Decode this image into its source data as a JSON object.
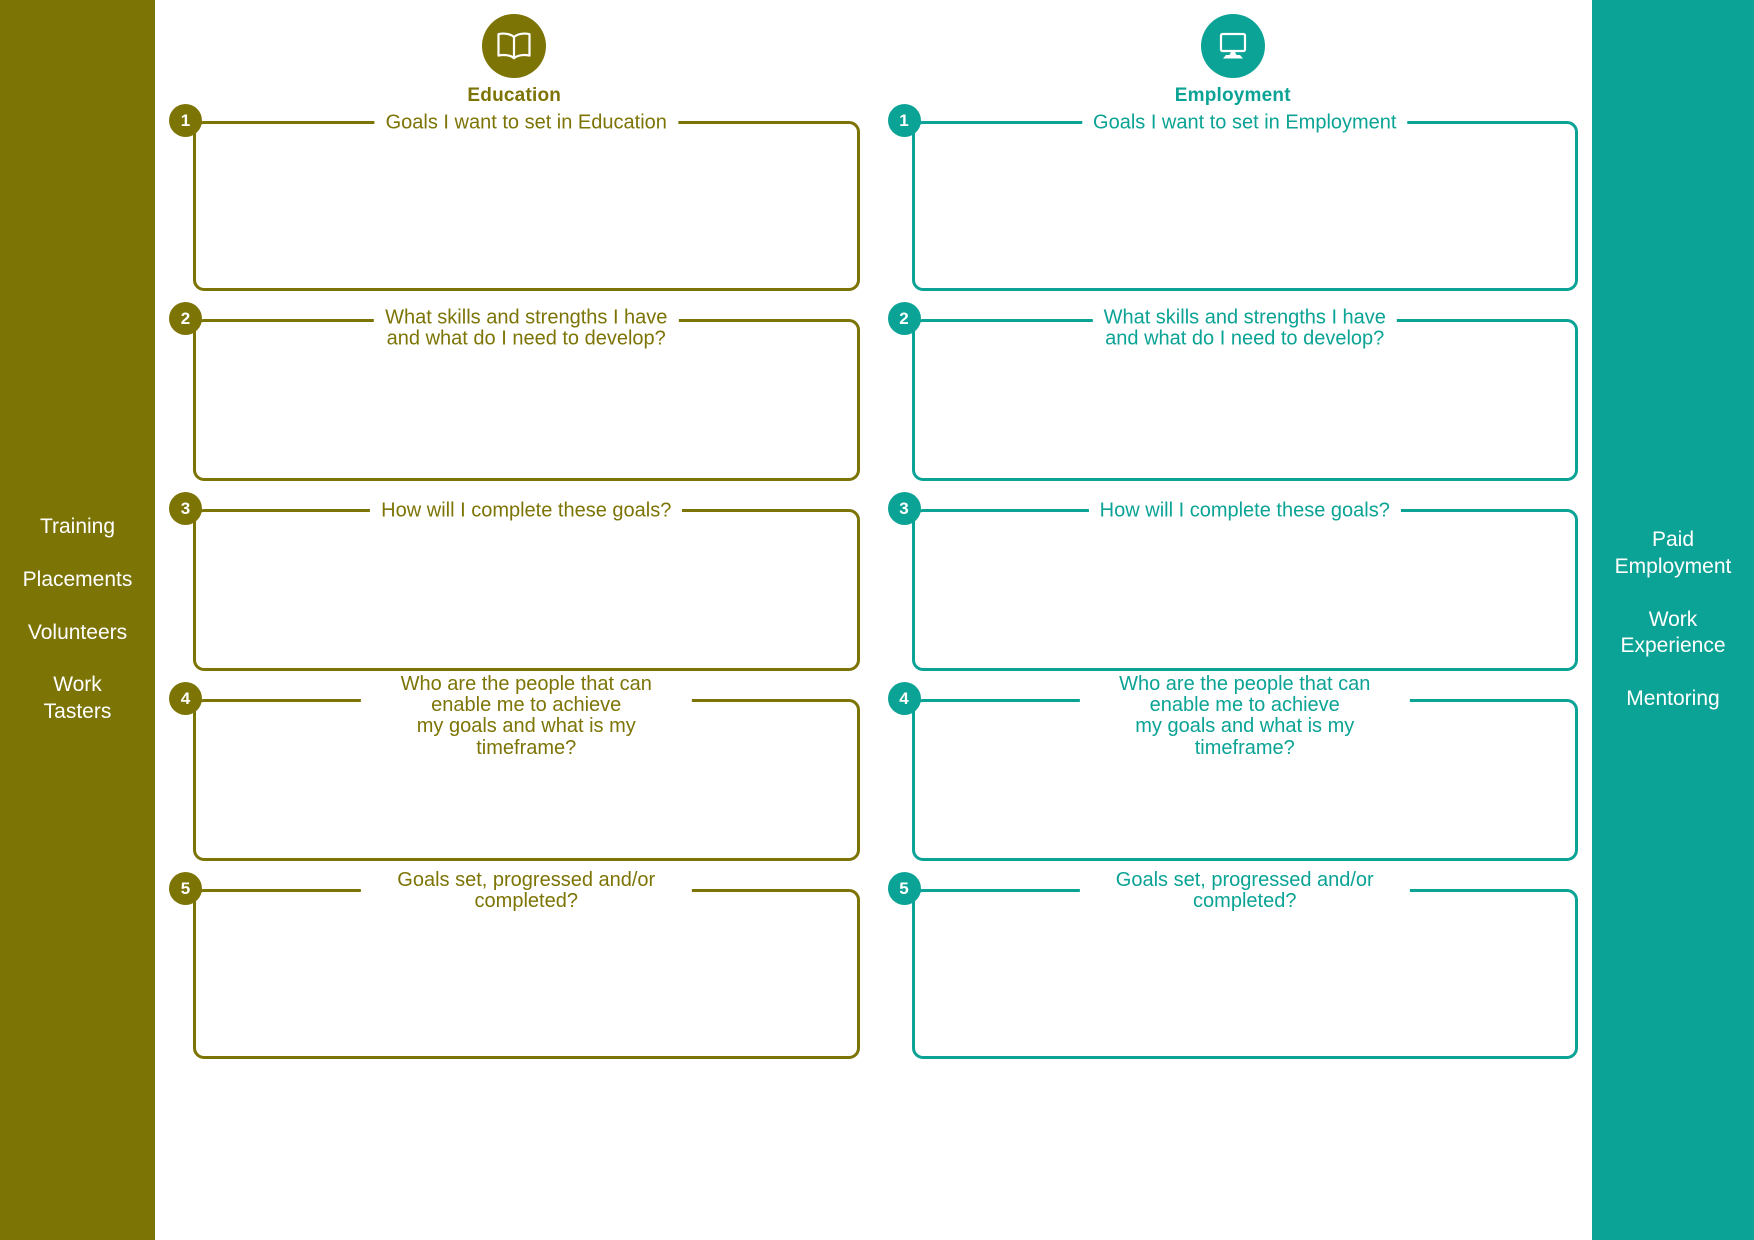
{
  "colors": {
    "education": "#7d7406",
    "employment": "#0ba395",
    "page_background": "#ffffff",
    "rail_text": "#ffffff"
  },
  "left_rail": {
    "items": [
      {
        "label": "Training"
      },
      {
        "label": "Placements"
      },
      {
        "label": "Volunteers"
      },
      {
        "label": "Work\nTasters"
      }
    ]
  },
  "right_rail": {
    "items": [
      {
        "label": "Paid\nEmployment"
      },
      {
        "label": "Work\nExperience"
      },
      {
        "label": "Mentoring"
      }
    ]
  },
  "columns": [
    {
      "key": "education",
      "title": "Education",
      "icon": "open-book-icon",
      "fields": [
        {
          "number": "1",
          "caption": "Goals I want to set in Education"
        },
        {
          "number": "2",
          "caption": "What skills and strengths I have\nand what do I need to develop?"
        },
        {
          "number": "3",
          "caption": "How will I complete these goals?"
        },
        {
          "number": "4",
          "caption": "Who are the people that can enable me to achieve\nmy goals and what is my timeframe?"
        },
        {
          "number": "5",
          "caption": "Goals set, progressed and/or completed?"
        }
      ]
    },
    {
      "key": "employment",
      "title": "Employment",
      "icon": "desktop-computer-icon",
      "fields": [
        {
          "number": "1",
          "caption": "Goals I want to set in Employment"
        },
        {
          "number": "2",
          "caption": "What skills and strengths I have\nand what do I need to develop?"
        },
        {
          "number": "3",
          "caption": "How will I complete these goals?"
        },
        {
          "number": "4",
          "caption": "Who are the people that can enable me to achieve\nmy goals and what is my timeframe?"
        },
        {
          "number": "5",
          "caption": "Goals set, progressed and/or completed?"
        }
      ]
    }
  ]
}
